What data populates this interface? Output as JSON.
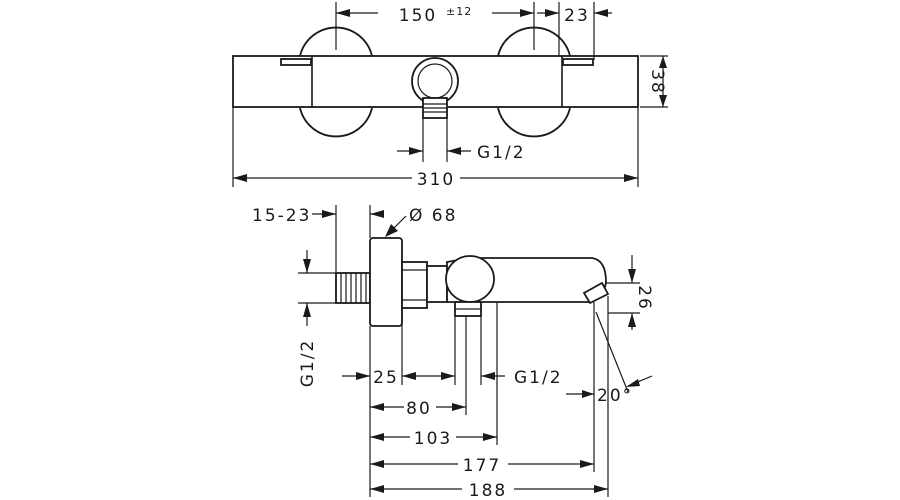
{
  "dimensions": {
    "top_150": "150",
    "top_150_tol": "±12",
    "top_23": "23",
    "top_38": "38",
    "top_g12": "G1/2",
    "top_310": "310",
    "side_15_23": "15-23",
    "side_dia68": "Ø 68",
    "side_g12_left": "G1/2",
    "side_25": "25",
    "side_g12_bottom": "G1/2",
    "side_26": "26",
    "side_20deg": "20°",
    "side_80": "80",
    "side_103": "103",
    "side_177": "177",
    "side_188": "188"
  }
}
